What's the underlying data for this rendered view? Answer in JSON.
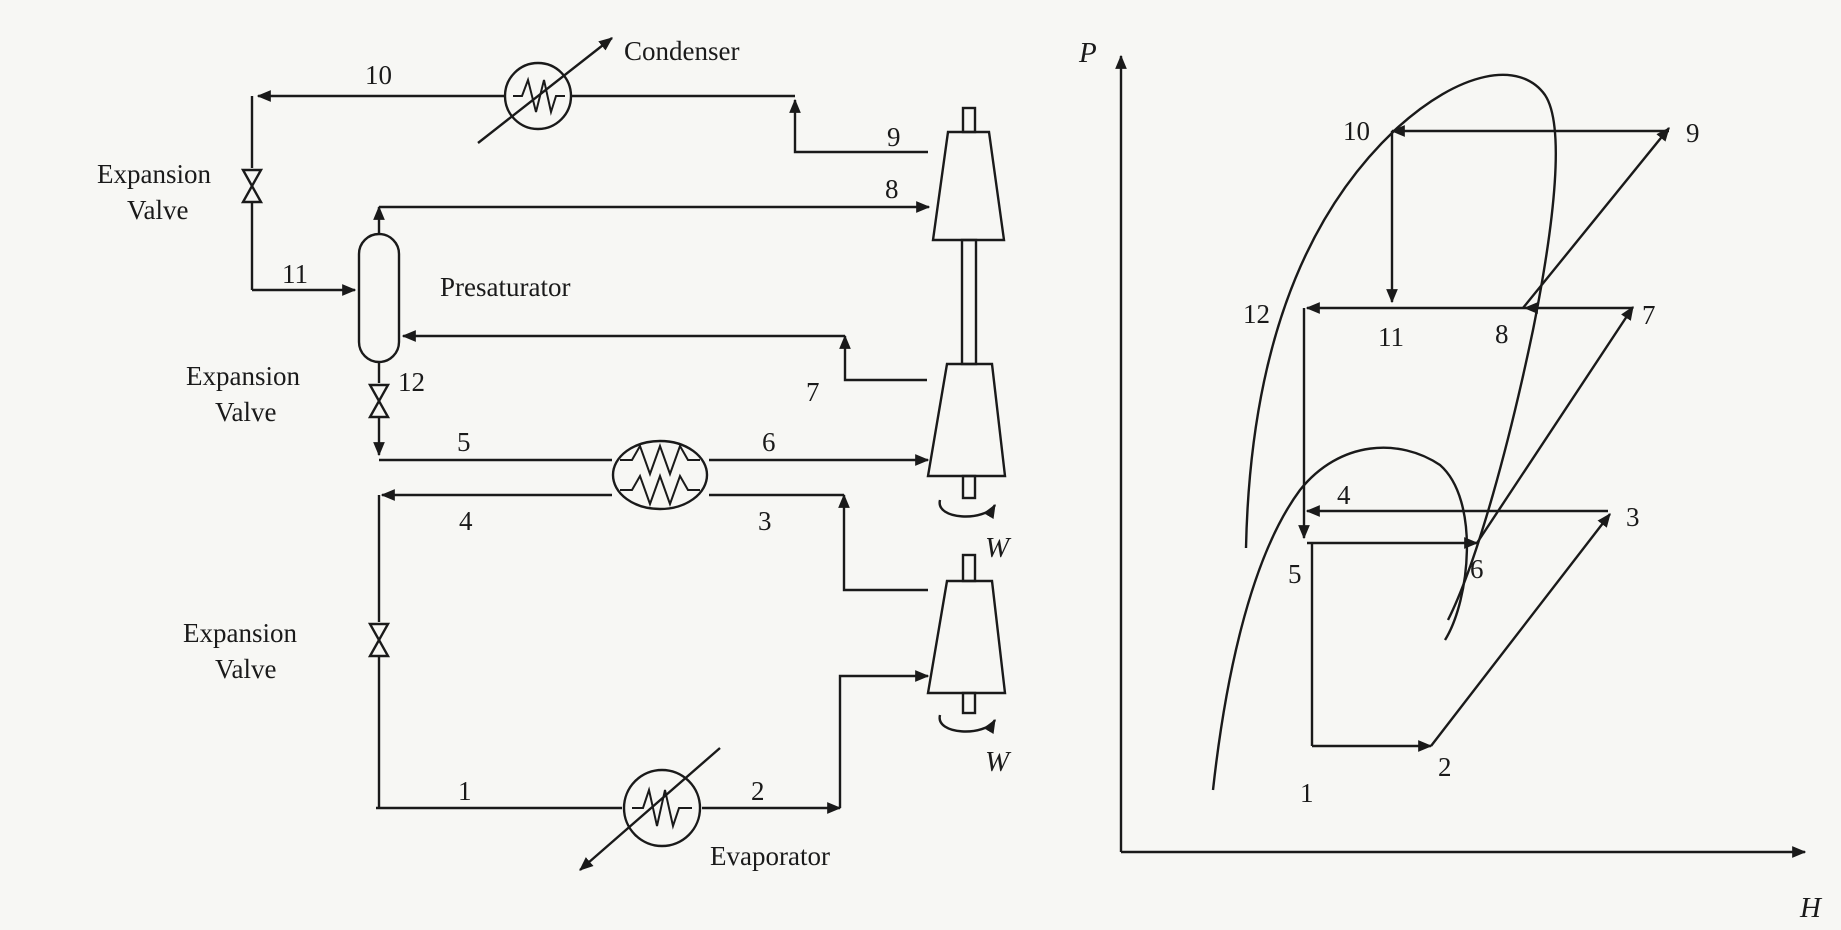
{
  "diagram": {
    "labels": {
      "condenser": "Condenser",
      "evaporator": "Evaporator",
      "presaturator": "Presaturator",
      "expansion": "Expansion",
      "valve": "Valve",
      "work": "W"
    },
    "streams": [
      "1",
      "2",
      "3",
      "4",
      "5",
      "6",
      "7",
      "8",
      "9",
      "10",
      "11",
      "12"
    ]
  },
  "ph_chart": {
    "y_axis_label": "P",
    "x_axis_label": "H",
    "points": [
      "1",
      "2",
      "3",
      "4",
      "5",
      "6",
      "7",
      "8",
      "9",
      "10",
      "11",
      "12"
    ]
  }
}
